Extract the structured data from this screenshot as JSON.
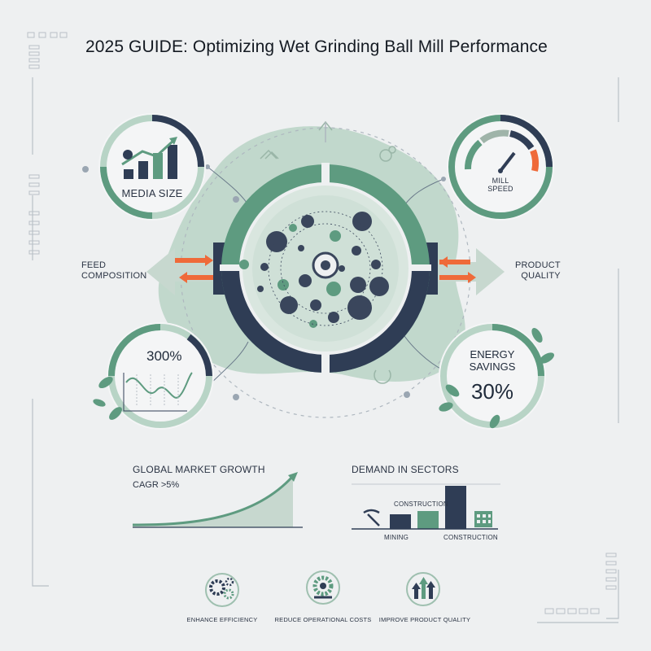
{
  "title": "2025 GUIDE: Optimizing Wet Grinding Ball Mill Performance",
  "factors": {
    "media_size": "MEDIA SIZE",
    "mill_speed_line1": "MILL",
    "mill_speed_line2": "SPEED",
    "feed_line1": "FEED",
    "feed_line2": "COMPOSITION",
    "product_line1": "PRODUCT",
    "product_line2": "QUALITY"
  },
  "stat_left": {
    "value": "300%"
  },
  "stat_right": {
    "line1": "ENERGY",
    "line2": "SAVINGS",
    "value": "30%"
  },
  "market": {
    "title": "GLOBAL MARKET GROWTH",
    "subtitle": "CAGR >5%"
  },
  "sectors": {
    "title": "DEMAND IN SECTORS",
    "label_mining": "MINING",
    "label_construction_top": "CONSTRUCTION",
    "label_construction_bottom": "CONSTRUCTION"
  },
  "benefits": [
    {
      "label": "ENHANCE EFFICIENCY",
      "icon": "gears-icon"
    },
    {
      "label": "REDUCE OPERATIONAL COSTS",
      "icon": "cost-gear-icon"
    },
    {
      "label": "IMPROVE PRODUCT QUALITY",
      "icon": "quality-arrows-icon"
    }
  ],
  "colors": {
    "navy": "#2f3d55",
    "green": "#5e9b80",
    "light_green": "#b8d4c6",
    "orange": "#ef6a3a"
  }
}
